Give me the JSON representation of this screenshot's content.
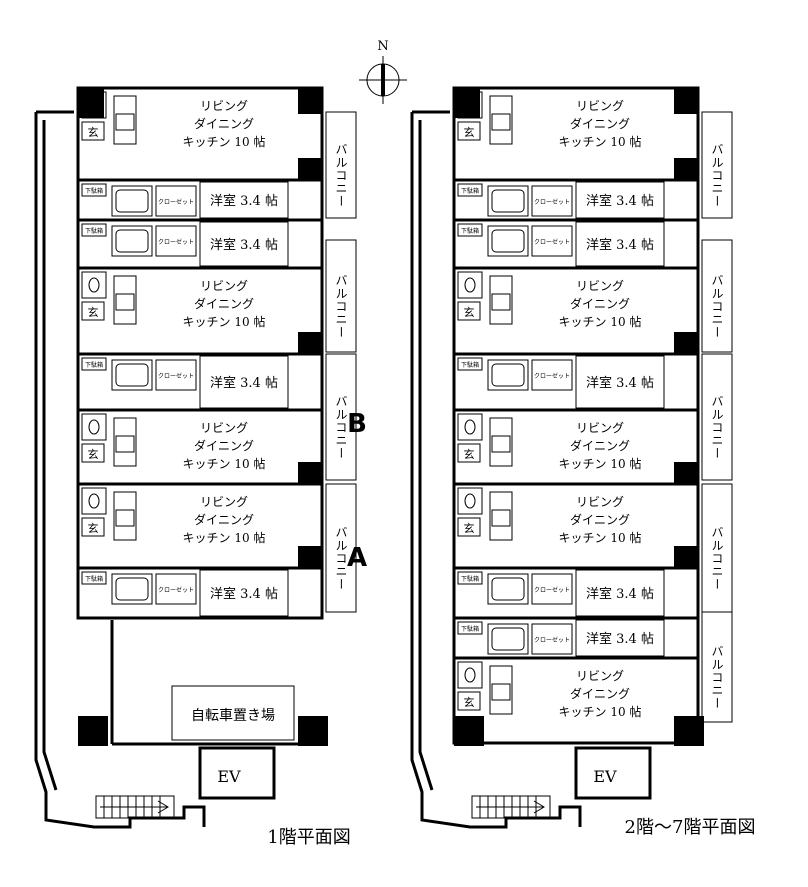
{
  "compass": {
    "letter": "N"
  },
  "units": {
    "living": [
      "リビング",
      "ダイニング",
      "キッチン 10 帖"
    ],
    "western": "洋室 3.4 帖",
    "balcony": "バルコニー",
    "closet": "クローゼット",
    "entrance": "玄",
    "shoe_box": "下駄箱"
  },
  "common": {
    "bike": "自転車置き場",
    "ev": "EV"
  },
  "markers": {
    "a": "A",
    "b": "B"
  },
  "captions": {
    "floor1": "1階平面図",
    "floor2_7": "2階～7階平面図"
  }
}
